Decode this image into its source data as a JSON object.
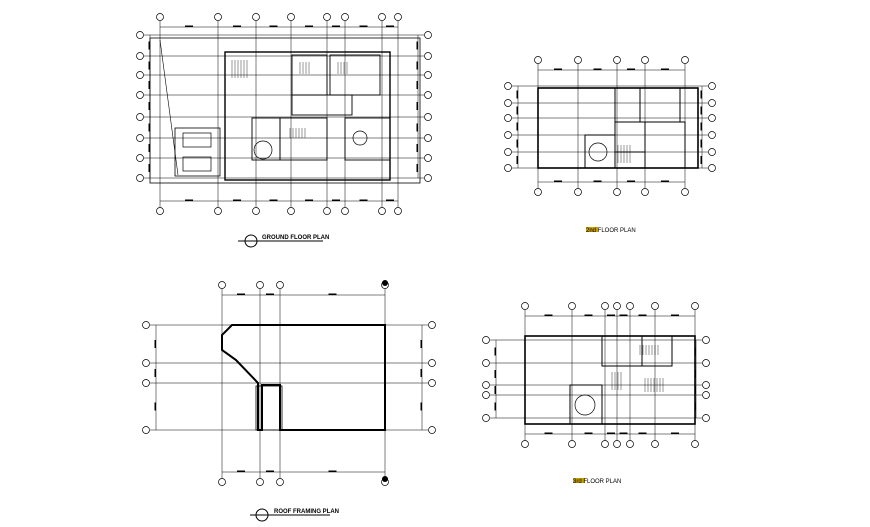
{
  "drawings": [
    {
      "id": "ground",
      "title": "GROUND FLOOR PLAN"
    },
    {
      "id": "second",
      "title": "2nd FLOOR PLAN"
    },
    {
      "id": "roof",
      "title": "ROOF FRAMING PLAN"
    },
    {
      "id": "third",
      "title": "3rd FLOOR PLAN"
    }
  ],
  "colors": {
    "line": "#000000",
    "background": "#ffffff",
    "title_accent": "#c8a000"
  }
}
